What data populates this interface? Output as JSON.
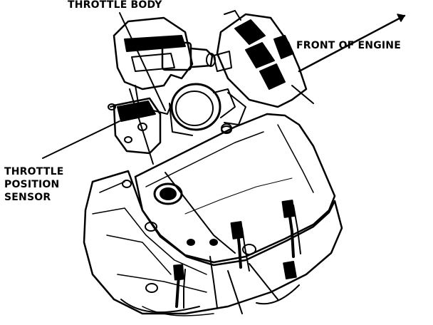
{
  "labels": {
    "throttle_body": "THROTTLE BODY",
    "front_of_engine": "FRONT OF ENGINE",
    "tps_line1": "THROTTLE",
    "tps_line2": "POSITION",
    "tps_line3": "SENSOR"
  },
  "colors": {
    "ink": "#000000",
    "paper": "#ffffff"
  }
}
